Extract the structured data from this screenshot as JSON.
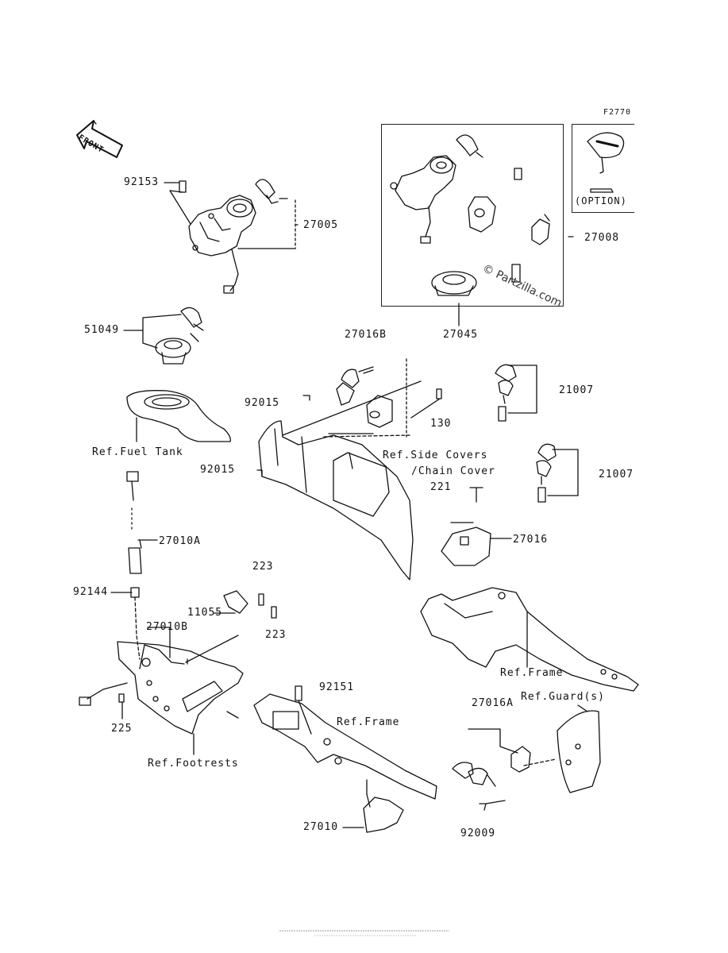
{
  "figure_code": "F2770",
  "front_marker": "FRONT",
  "option_label": "(OPTION)",
  "watermark": "© Partzilla.com",
  "parts": {
    "p92153": "92153",
    "p27005": "27005",
    "p51049": "51049",
    "p27045": "27045",
    "p27008": "27008",
    "p27016B": "27016B",
    "p92015a": "92015",
    "p92015b": "92015",
    "p130": "130",
    "p21007a": "21007",
    "p21007b": "21007",
    "p221": "221",
    "p27016": "27016",
    "p27010A": "27010A",
    "p92144": "92144",
    "p223a": "223",
    "p223b": "223",
    "p11055": "11055",
    "p27010B": "27010B",
    "p225": "225",
    "p92151": "92151",
    "p27016A": "27016A",
    "p92009": "92009",
    "p27010": "27010"
  },
  "refs": {
    "fuel_tank": "Ref.Fuel Tank",
    "side_covers_1": "Ref.Side Covers",
    "side_covers_2": "/Chain Cover",
    "frame_a": "Ref.Frame",
    "frame_b": "Ref.Frame",
    "guards": "Ref.Guard(s)",
    "footrests": "Ref.Footrests"
  }
}
